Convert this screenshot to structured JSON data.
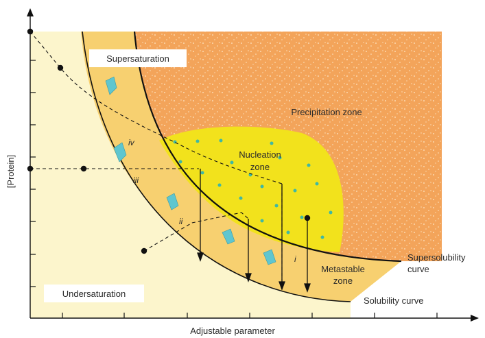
{
  "labels": {
    "supersaturation": "Supersaturation",
    "undersaturation": "Undersaturation",
    "precipitation": "Precipitation zone",
    "nucleation_line1": "Nucleation",
    "nucleation_line2": "zone",
    "metastable_line1": "Metastable",
    "metastable_line2": "zone",
    "supersolubility_line1": "Supersolubility",
    "supersolubility_line2": "curve",
    "solubility": "Solubility curve",
    "route_i": "i",
    "route_ii": "ii",
    "route_iii": "iii",
    "route_iv": "iv"
  },
  "axes": {
    "x_label": "Adjustable parameter",
    "y_label": "[Protein]"
  },
  "colors": {
    "undersaturation": "#fcf5cc",
    "metastable": "#f7d070",
    "nucleation": "#f2e21c",
    "precipitation": "#f3a45a",
    "crystal": "#5fc6cf",
    "dots": "#3fb8a4",
    "ink": "#111111"
  },
  "icons": {
    "crystal": "crystal-icon",
    "marker": "state-point-icon"
  }
}
